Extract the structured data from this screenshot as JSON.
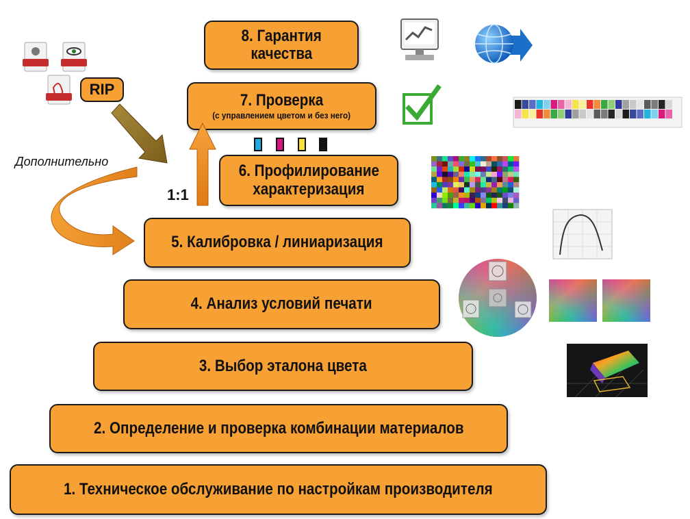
{
  "steps": {
    "s1": "1. Техническое обслуживание по настройкам производителя",
    "s2": "2. Определение и проверка комбинации материалов",
    "s3": "3. Выбор эталона цвета",
    "s4": "4. Анализ условий печати",
    "s5": "5. Калибровка / линиаризация",
    "s6_line1": "6. Профилирование",
    "s6_line2": "характеризация",
    "s7_line1": "7. Проверка",
    "s7_sub": "(с управлением цветом и без него)",
    "s8_line1": "8. Гарантия",
    "s8_line2": "качества"
  },
  "labels": {
    "rip": "RIP",
    "ratio": "1:1",
    "optional": "Дополнительно"
  },
  "file_icons": [
    "OPEC",
    "TIFF",
    "PDF"
  ],
  "ink_colors": [
    "#1fa9e1",
    "#d6177f",
    "#f4e23a",
    "#111111"
  ],
  "colors": {
    "step_fill": "#f7a034",
    "border": "#1a1a1a",
    "arrow_brown": "#9a7a2a",
    "check_green": "#3aa935"
  },
  "icons": [
    "document-icons",
    "monitor-chart-icon",
    "globe-arrow-icon",
    "checkmark-icon",
    "color-target-strip",
    "color-patch-chart",
    "gamut-curve-chart",
    "color-wheel-icon",
    "color-gradient-squares",
    "3d-gamut-icon"
  ]
}
